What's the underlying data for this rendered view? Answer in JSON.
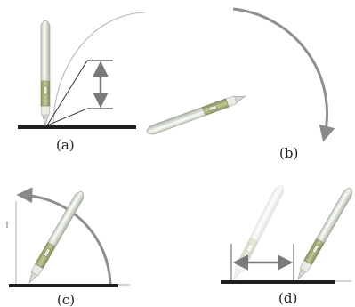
{
  "panels": [
    {
      "id": "a",
      "label": "(a)"
    },
    {
      "id": "b",
      "label": "(b)"
    },
    {
      "id": "c",
      "label": "(c)"
    },
    {
      "id": "d",
      "label": "(d)"
    }
  ],
  "colors": {
    "background": "#ffffff",
    "surface": "#222222",
    "arc": "#9a9a9a",
    "arrow": "#888888",
    "pen_body": "#e6ebe2",
    "pen_shadow": "#b7c0b0",
    "pen_grip": "#a8b07a",
    "pen_tip": "#cfcfcf",
    "faded_pen": "#f0f2ea"
  },
  "icons": {
    "pen": "stylus-pen-icon",
    "arrow": "arrow-icon"
  }
}
